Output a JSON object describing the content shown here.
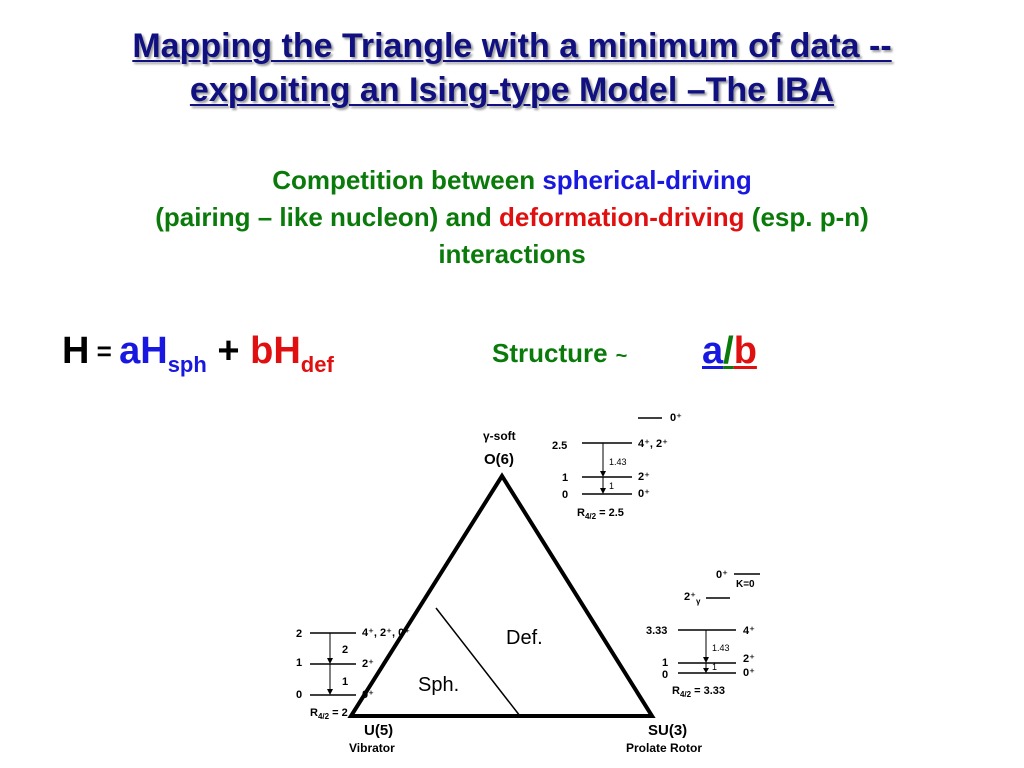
{
  "title": {
    "line1": " Mapping the Triangle with a minimum of data --",
    "line2": "exploiting an Ising-type Model –The IBA"
  },
  "subtitle": {
    "part1": "Competition between ",
    "spherical": "spherical-driving",
    "part2": "(pairing – like nucleon) and ",
    "deformation": "deformation-driving",
    "part3": " (esp. p-n)",
    "part4": "interactions"
  },
  "equation": {
    "h": "H",
    "eq": " = ",
    "a": "a",
    "h_sph": "H",
    "sph": "sph",
    "plus": " + ",
    "b": "b",
    "h_def": "H",
    "def": "def"
  },
  "structure": {
    "label": "Structure",
    "tilde": "~",
    "a": "a",
    "slash": "/",
    "b": "b"
  },
  "triangle": {
    "top_label": "O(6)",
    "top_desc": "γ-soft",
    "left_label": "U(5)",
    "left_desc": "Vibrator",
    "right_label": "SU(3)",
    "right_desc": "Prolate Rotor",
    "region_def": "Def.",
    "region_sph": "Sph."
  },
  "o6_scheme": {
    "top_level": "0⁺",
    "e25": "2.5",
    "lvl25": "4⁺, 2⁺",
    "e1": "1",
    "lvl1": "2⁺",
    "e0": "0",
    "lvl0": "0⁺",
    "b143": "1.43",
    "b1": "1",
    "ratio": "R",
    "ratio_sub": "4/2",
    "ratio_val": " = 2.5"
  },
  "u5_scheme": {
    "e2": "2",
    "lvl2": "4⁺, 2⁺, 0⁺",
    "b2": "2",
    "e1": "1",
    "lvl1": "2⁺",
    "b1": "1",
    "e0": "0",
    "lvl0": "0⁺",
    "ratio": "R",
    "ratio_sub": "4/2",
    "ratio_val": " = 2"
  },
  "su3_scheme": {
    "k0_level": "0⁺",
    "k0_label": "K=0",
    "gamma_level": "2⁺",
    "gamma_sub": "γ",
    "e333": "3.33",
    "lvl4": "4⁺",
    "b143": "1.43",
    "b1": "1",
    "e1": "1",
    "lvl2": "2⁺",
    "e0": "0",
    "lvl0": "0⁺",
    "ratio": "R",
    "ratio_sub": "4/2",
    "ratio_val": " = 3.33"
  }
}
